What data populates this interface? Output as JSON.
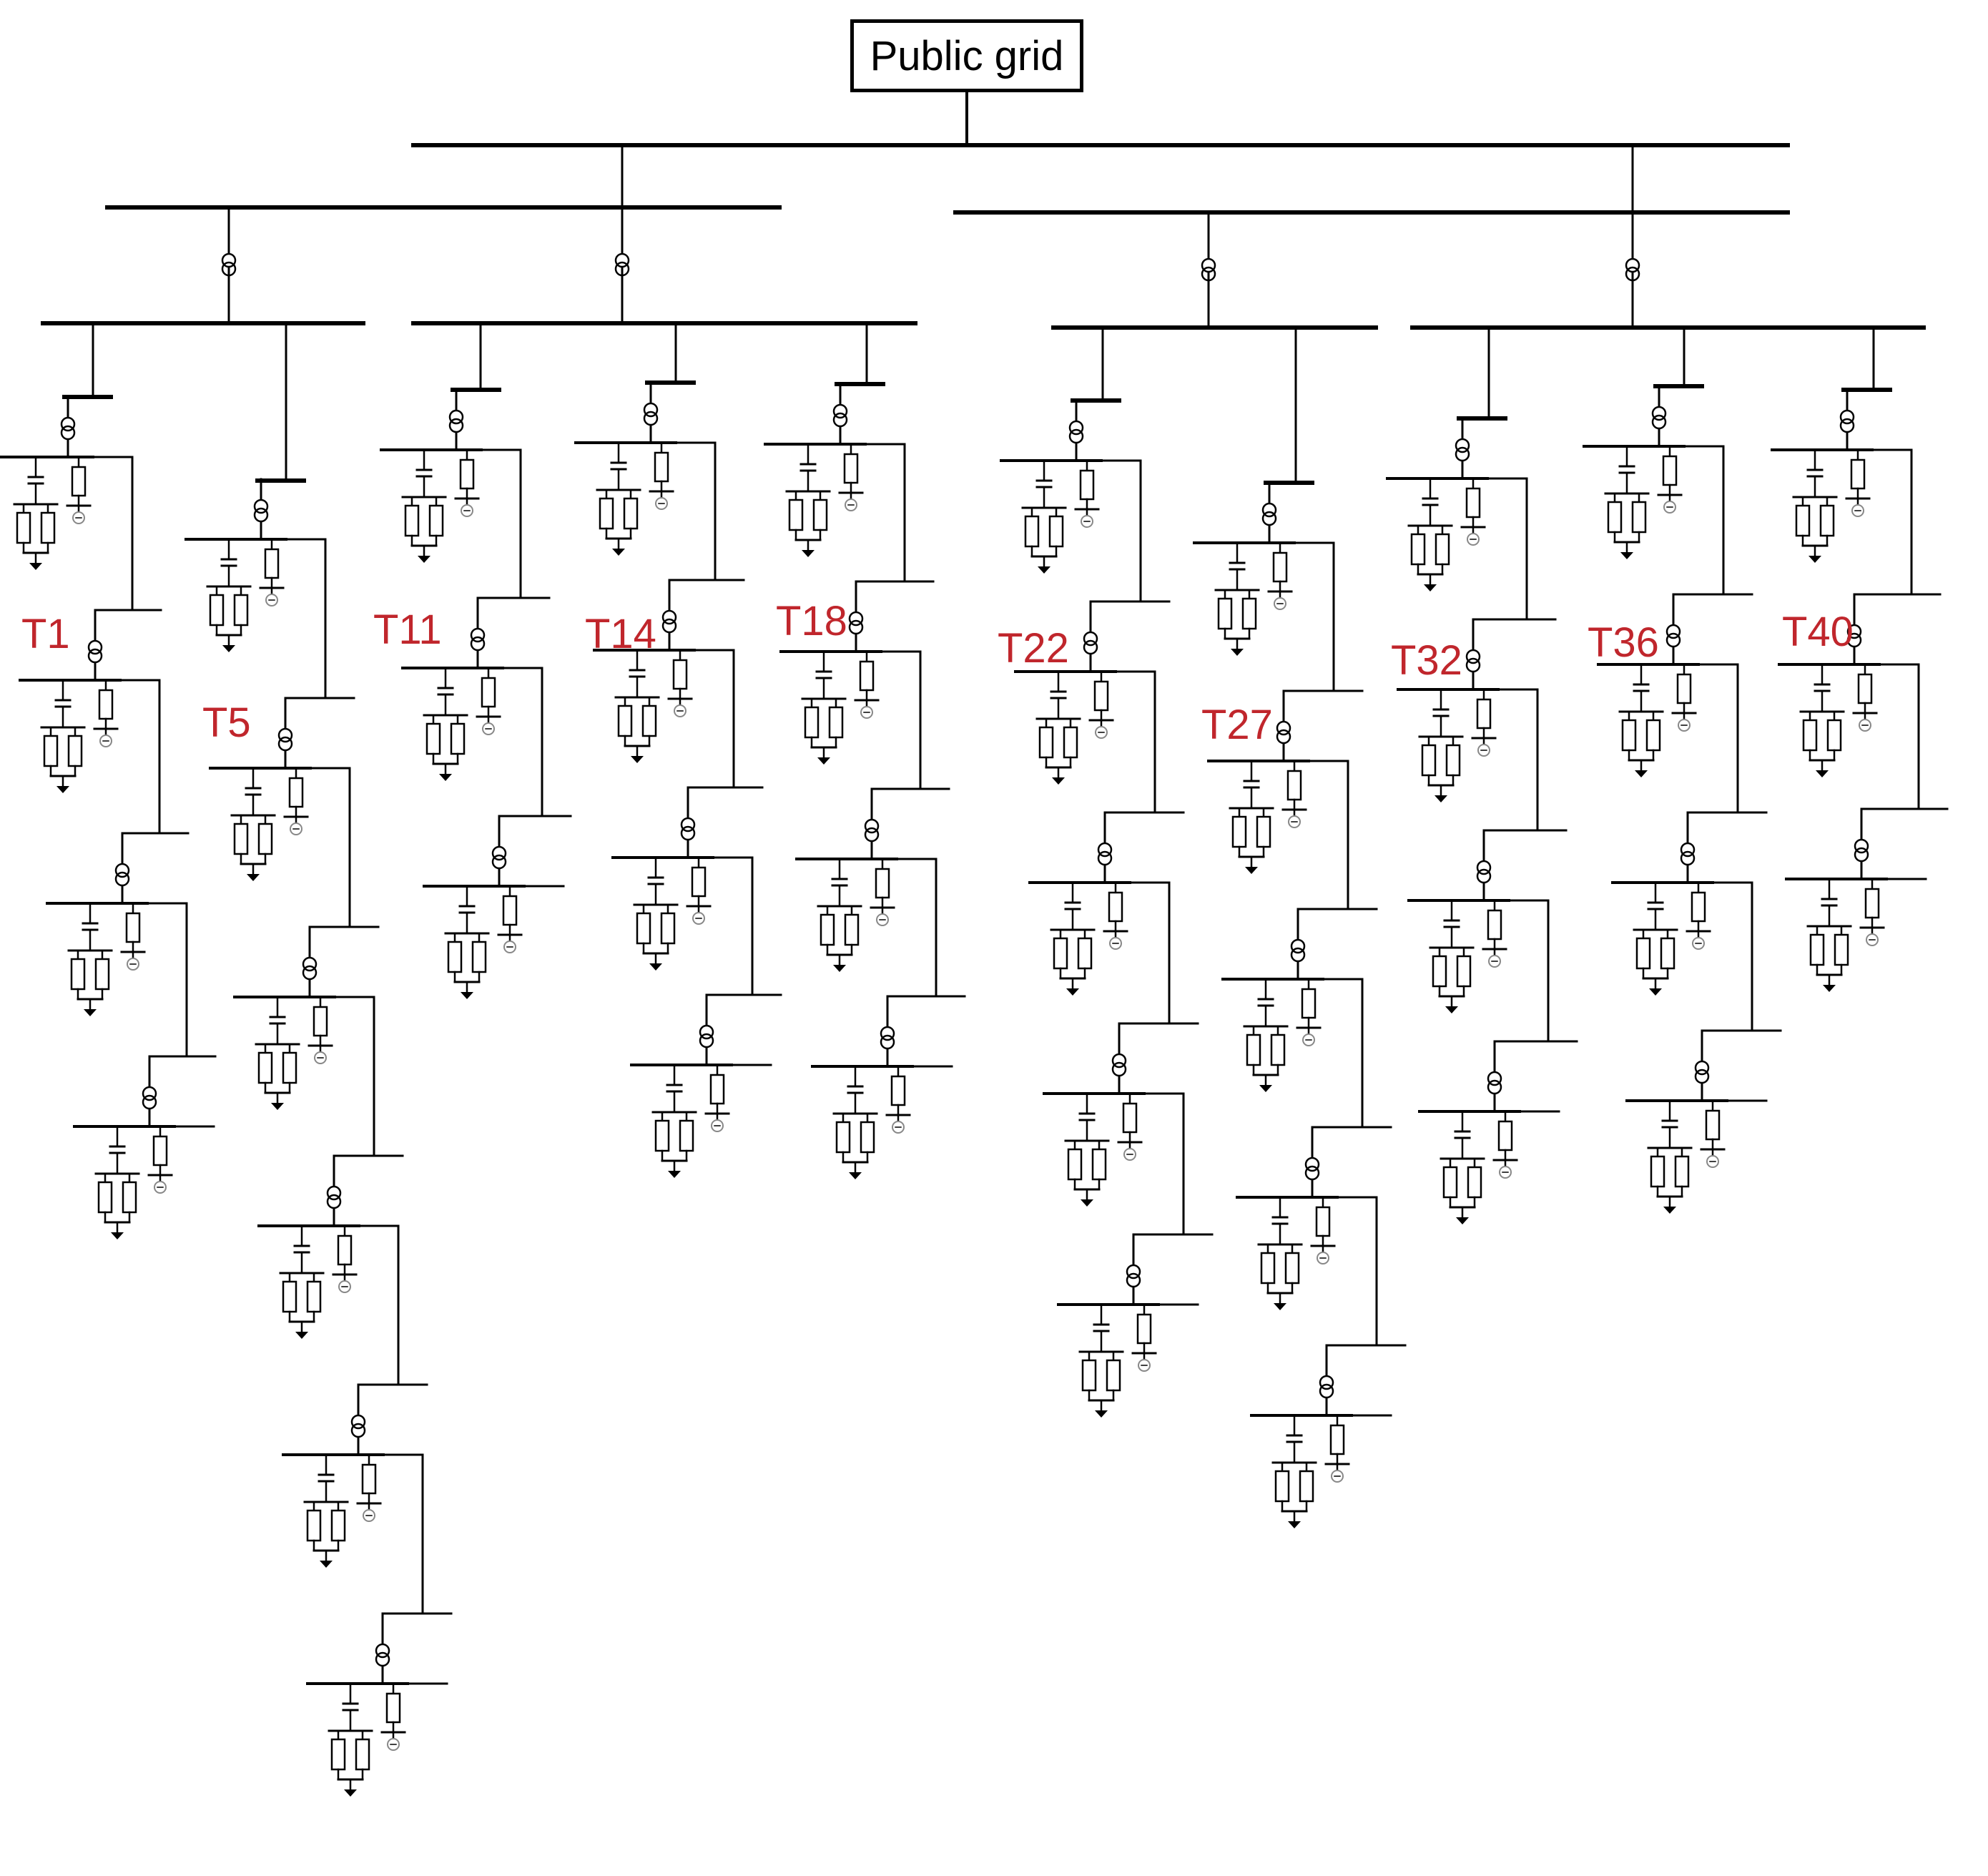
{
  "root": {
    "label": "Public grid"
  },
  "feeder_labels": [
    "T1",
    "T5",
    "T11",
    "T14",
    "T18",
    "T22",
    "T27",
    "T32",
    "T36",
    "T40"
  ],
  "colors": {
    "line": "#000000",
    "label": "#c0262c",
    "background": "#ffffff"
  },
  "feeders": [
    {
      "label": "T1",
      "units": 4
    },
    {
      "label": "T5",
      "units": 6
    },
    {
      "label": "T11",
      "units": 3
    },
    {
      "label": "T14",
      "units": 4
    },
    {
      "label": "T18",
      "units": 4
    },
    {
      "label": "T22",
      "units": 5
    },
    {
      "label": "T27",
      "units": 5
    },
    {
      "label": "T32",
      "units": 4
    },
    {
      "label": "T36",
      "units": 4
    },
    {
      "label": "T40",
      "units": 3
    }
  ],
  "icons": [
    "transformer-icon",
    "capacitor-icon",
    "resistor-icon",
    "ground-icon",
    "meter-icon"
  ]
}
